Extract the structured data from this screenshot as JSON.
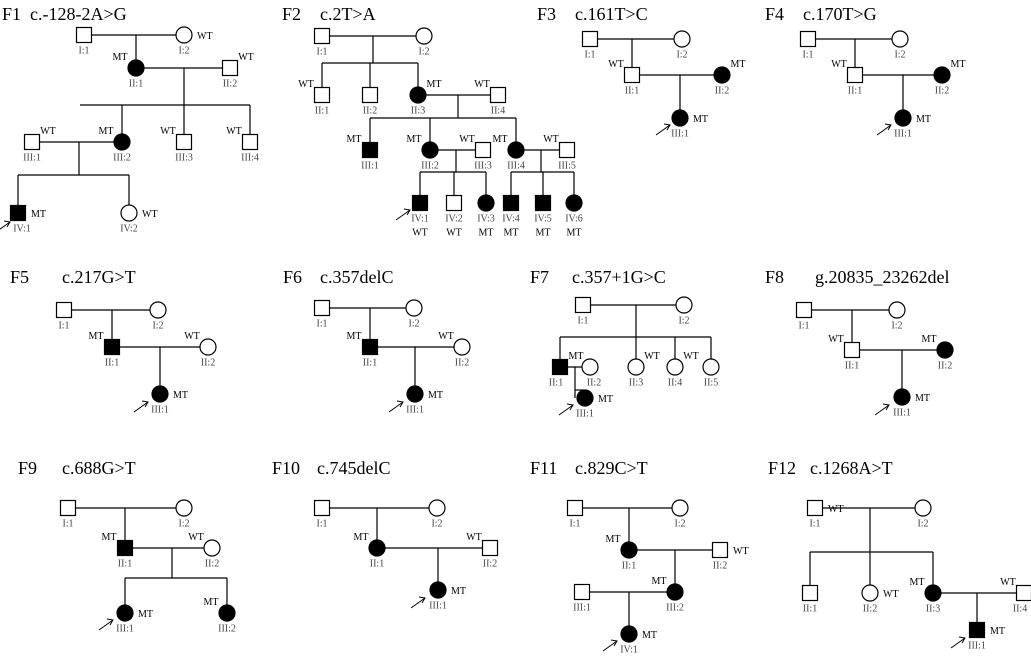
{
  "markers": {
    "mutant": "MT",
    "wild_type": "WT"
  },
  "families": [
    {
      "label": "F1",
      "variant": "c.-128-2A>G"
    },
    {
      "label": "F2",
      "variant": "c.2T>A"
    },
    {
      "label": "F3",
      "variant": "c.161T>C"
    },
    {
      "label": "F4",
      "variant": "c.170T>G"
    },
    {
      "label": "F5",
      "variant": "c.217G>T"
    },
    {
      "label": "F6",
      "variant": "c.357delC"
    },
    {
      "label": "F7",
      "variant": "c.357+1G>C"
    },
    {
      "label": "F8",
      "variant": "g.20835_23262del"
    },
    {
      "label": "F9",
      "variant": "c.688G>T"
    },
    {
      "label": "F10",
      "variant": "c.745delC"
    },
    {
      "label": "F11",
      "variant": "c.829C>T"
    },
    {
      "label": "F12",
      "variant": "c.1268A>T"
    }
  ],
  "individuals": {
    "F1": {
      "I1": {
        "id": "I:1"
      },
      "I2": {
        "id": "I:2",
        "gt": "WT"
      },
      "II1": {
        "id": "II:1",
        "gt": "MT"
      },
      "II2": {
        "id": "II:2",
        "gt": "WT"
      },
      "III1": {
        "id": "III:1",
        "gt": "WT"
      },
      "III2": {
        "id": "III:2",
        "gt": "MT"
      },
      "III3": {
        "id": "III:3",
        "gt": "WT"
      },
      "III4": {
        "id": "III:4",
        "gt": "WT"
      },
      "IV1": {
        "id": "IV:1",
        "gt": "MT"
      },
      "IV2": {
        "id": "IV:2",
        "gt": "WT"
      }
    },
    "F2": {
      "I1": {
        "id": "I:1"
      },
      "I2": {
        "id": "I:2"
      },
      "II1": {
        "id": "II:1",
        "gt": "WT"
      },
      "II2": {
        "id": "II:2"
      },
      "II3": {
        "id": "II:3",
        "gt": "MT"
      },
      "II4": {
        "id": "II:4",
        "gt": "WT"
      },
      "III1": {
        "id": "III:1",
        "gt": "MT"
      },
      "III2": {
        "id": "III:2",
        "gt": "MT"
      },
      "III3": {
        "id": "III:3",
        "gt": "WT"
      },
      "III4": {
        "id": "III:4",
        "gt": "MT"
      },
      "III5": {
        "id": "III:5",
        "gt": "WT"
      },
      "IV1": {
        "id": "IV:1",
        "gt": "WT"
      },
      "IV2": {
        "id": "IV:2",
        "gt": "WT"
      },
      "IV3": {
        "id": "IV:3",
        "gt": "MT"
      },
      "IV4": {
        "id": "IV:4",
        "gt": "MT"
      },
      "IV5": {
        "id": "IV:5",
        "gt": "MT"
      },
      "IV6": {
        "id": "IV:6",
        "gt": "MT"
      }
    },
    "F3": {
      "I1": {
        "id": "I:1"
      },
      "I2": {
        "id": "I:2"
      },
      "II1": {
        "id": "II:1",
        "gt": "WT"
      },
      "II2": {
        "id": "II:2",
        "gt": "MT"
      },
      "III1": {
        "id": "III:1",
        "gt": "MT"
      }
    },
    "F4": {
      "I1": {
        "id": "I:1"
      },
      "I2": {
        "id": "I:2"
      },
      "II1": {
        "id": "II:1",
        "gt": "WT"
      },
      "II2": {
        "id": "II:2",
        "gt": "MT"
      },
      "III1": {
        "id": "III:1",
        "gt": "MT"
      }
    },
    "F5": {
      "I1": {
        "id": "I:1"
      },
      "I2": {
        "id": "I:2"
      },
      "II1": {
        "id": "II:1",
        "gt": "MT"
      },
      "II2": {
        "id": "II:2",
        "gt": "WT"
      },
      "III1": {
        "id": "III:1",
        "gt": "MT"
      }
    },
    "F6": {
      "I1": {
        "id": "I:1"
      },
      "I2": {
        "id": "I:2"
      },
      "II1": {
        "id": "II:1",
        "gt": "MT"
      },
      "II2": {
        "id": "II:2",
        "gt": "WT"
      },
      "III1": {
        "id": "III:1",
        "gt": "MT"
      }
    },
    "F7": {
      "I1": {
        "id": "I:1"
      },
      "I2": {
        "id": "I:2"
      },
      "II1": {
        "id": "II:1",
        "gt": "MT"
      },
      "II2": {
        "id": "II:2"
      },
      "II3": {
        "id": "II:3",
        "gt": "WT"
      },
      "II4": {
        "id": "II:4",
        "gt": "WT"
      },
      "II5": {
        "id": "II:5"
      },
      "III1": {
        "id": "III:1",
        "gt": "MT"
      }
    },
    "F8": {
      "I1": {
        "id": "I:1"
      },
      "I2": {
        "id": "I:2"
      },
      "II1": {
        "id": "II:1",
        "gt": "WT"
      },
      "II2": {
        "id": "II:2",
        "gt": "MT"
      },
      "III1": {
        "id": "III:1",
        "gt": "MT"
      }
    },
    "F9": {
      "I1": {
        "id": "I:1"
      },
      "I2": {
        "id": "I:2"
      },
      "II1": {
        "id": "II:1",
        "gt": "MT"
      },
      "II2": {
        "id": "II:2",
        "gt": "WT"
      },
      "III1": {
        "id": "III:1",
        "gt": "MT"
      },
      "III2": {
        "id": "III:2",
        "gt": "MT"
      }
    },
    "F10": {
      "I1": {
        "id": "I:1"
      },
      "I2": {
        "id": "I:2"
      },
      "II1": {
        "id": "II:1",
        "gt": "MT"
      },
      "II2": {
        "id": "II:2",
        "gt": "WT"
      },
      "III1": {
        "id": "III:1",
        "gt": "MT"
      }
    },
    "F11": {
      "I1": {
        "id": "I:1"
      },
      "I2": {
        "id": "I:2"
      },
      "II1": {
        "id": "II:1",
        "gt": "MT"
      },
      "II2": {
        "id": "II:2",
        "gt": "WT"
      },
      "III1": {
        "id": "III:1"
      },
      "III2": {
        "id": "III:2",
        "gt": "MT"
      },
      "IV1": {
        "id": "IV:1",
        "gt": "MT"
      }
    },
    "F12": {
      "I1": {
        "id": "I:1",
        "gt": "WT"
      },
      "I2": {
        "id": "I:2"
      },
      "II1": {
        "id": "II:1"
      },
      "II2": {
        "id": "II:2",
        "gt": "WT"
      },
      "II3": {
        "id": "II:3",
        "gt": "MT"
      },
      "II4": {
        "id": "II:4",
        "gt": "WT"
      },
      "III1": {
        "id": "III:1",
        "gt": "MT"
      }
    }
  }
}
